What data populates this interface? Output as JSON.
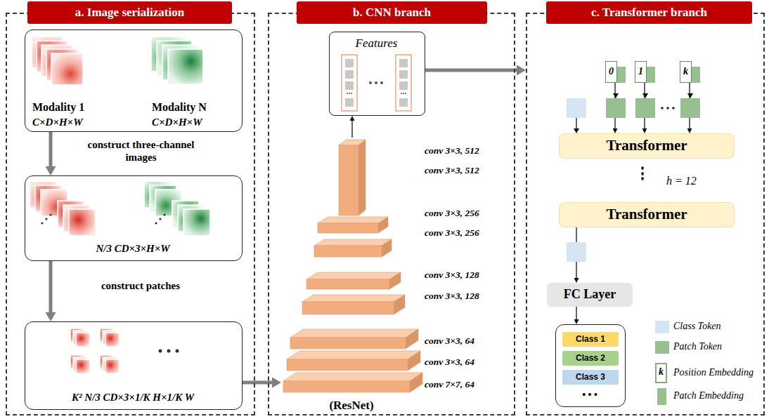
{
  "diagram": {
    "nodes": [
      {
        "text": [
          "a. Image serialization"
        ]
      },
      {
        "text": [
          "Modality 1",
          "C×D×H×W",
          "Modality N",
          "C×D×H×W"
        ],
        "in": 0
      },
      {
        "text": [
          "N/3 CD×3×H×W"
        ],
        "in": 0
      },
      {
        "text": [
          "K² N/3 CD×3×1/K H×1/K W"
        ],
        "in": 0
      },
      {
        "text": [
          "b. CNN branch"
        ]
      },
      {
        "text": [
          "Features"
        ],
        "in": 4
      },
      {
        "text": [
          "(ResNet)"
        ],
        "in": 4
      },
      {
        "text": [
          "c. Transformer branch"
        ]
      },
      {
        "text": [
          "0"
        ],
        "in": 7
      },
      {
        "text": [
          "1"
        ],
        "in": 7
      },
      {
        "text": [
          "k"
        ],
        "in": 7
      },
      {
        "text": [
          "Transformer"
        ],
        "in": 7
      },
      {
        "text": [
          "Transformer"
        ],
        "in": 7
      },
      {
        "text": [
          "FC Layer"
        ],
        "in": 7
      },
      {
        "text": [
          "• • •"
        ],
        "in": 7
      },
      {
        "text": [
          "Class 1"
        ],
        "in": 14
      },
      {
        "text": [
          "Class 2"
        ],
        "in": 14
      },
      {
        "text": [
          "Class 3"
        ],
        "in": 14
      }
    ],
    "edges": [
      {
        "from": 1,
        "to": 2,
        "arrow": "to",
        "label": "construct three-channel images"
      },
      {
        "from": 2,
        "to": 3,
        "arrow": "to",
        "label": "construct patches"
      },
      {
        "from": 3,
        "to": 6,
        "arrow": "to"
      },
      {
        "from": 6,
        "to": 5,
        "arrow": "to"
      },
      {
        "from": 5,
        "to": 7,
        "arrow": "to"
      },
      {
        "from": 8,
        "to": 11,
        "arrow": "to"
      },
      {
        "from": 9,
        "to": 11,
        "arrow": "to"
      },
      {
        "from": 10,
        "to": 11,
        "arrow": "to"
      },
      {
        "from": 12,
        "to": 13,
        "arrow": "to"
      },
      {
        "from": 13,
        "to": 14,
        "arrow": "to"
      }
    ],
    "labels": [
      "conv 3×3, 512",
      "conv 3×3, 512",
      "conv 3×3, 256",
      "conv 3×3, 256",
      "conv 3×3, 128",
      "conv 3×3, 128",
      "conv 3×3, 64",
      "conv 3×3, 64",
      "conv 7×7, 64",
      "⋮",
      "h = 12",
      "k"
    ],
    "legend": [
      {
        "text": "Class Token",
        "color": "#d6e5f3"
      },
      {
        "text": "Patch Token",
        "color": "#98bf8f"
      },
      {
        "text": "Position Embedding"
      },
      {
        "text": "Patch Embedding",
        "color": "#98bf8f"
      }
    ]
  }
}
